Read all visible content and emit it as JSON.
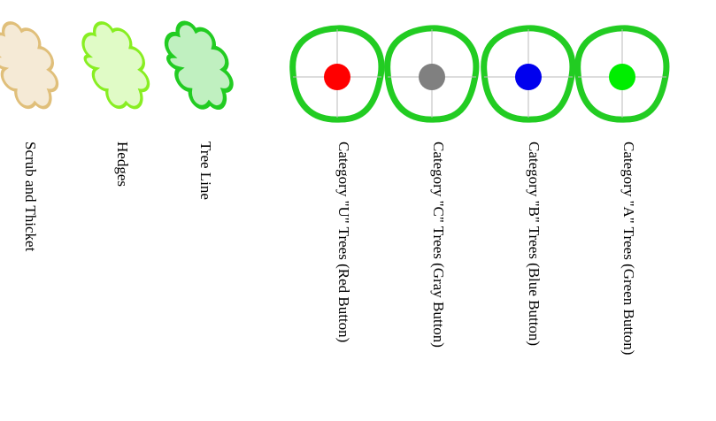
{
  "legend": {
    "items": [
      {
        "key": "scrub",
        "label": "Scrub and Thicket",
        "symbol": "shrub-icon",
        "fill": "#f5ead6",
        "stroke": "#e0bf7a"
      },
      {
        "key": "hedges",
        "label": "Hedges",
        "symbol": "shrub-icon",
        "fill": "#e0fbc6",
        "stroke": "#88ee22"
      },
      {
        "key": "treeline",
        "label": "Tree Line",
        "symbol": "shrub-icon",
        "fill": "#c0f0c0",
        "stroke": "#22cc22"
      },
      {
        "key": "cat_u",
        "label": "Category \"U\" Trees (Red Button)",
        "symbol": "tree-category-icon",
        "ring": "#22cc22",
        "button": "#ff0000"
      },
      {
        "key": "cat_c",
        "label": "Category \"C\" Trees (Gray Button)",
        "symbol": "tree-category-icon",
        "ring": "#22cc22",
        "button": "#808080"
      },
      {
        "key": "cat_b",
        "label": "Category \"B\" Trees (Blue Button)",
        "symbol": "tree-category-icon",
        "ring": "#22cc22",
        "button": "#0000ee"
      },
      {
        "key": "cat_a",
        "label": "Category \"A\" Trees (Green Button)",
        "symbol": "tree-category-icon",
        "ring": "#22cc22",
        "button": "#00ee00"
      }
    ]
  }
}
